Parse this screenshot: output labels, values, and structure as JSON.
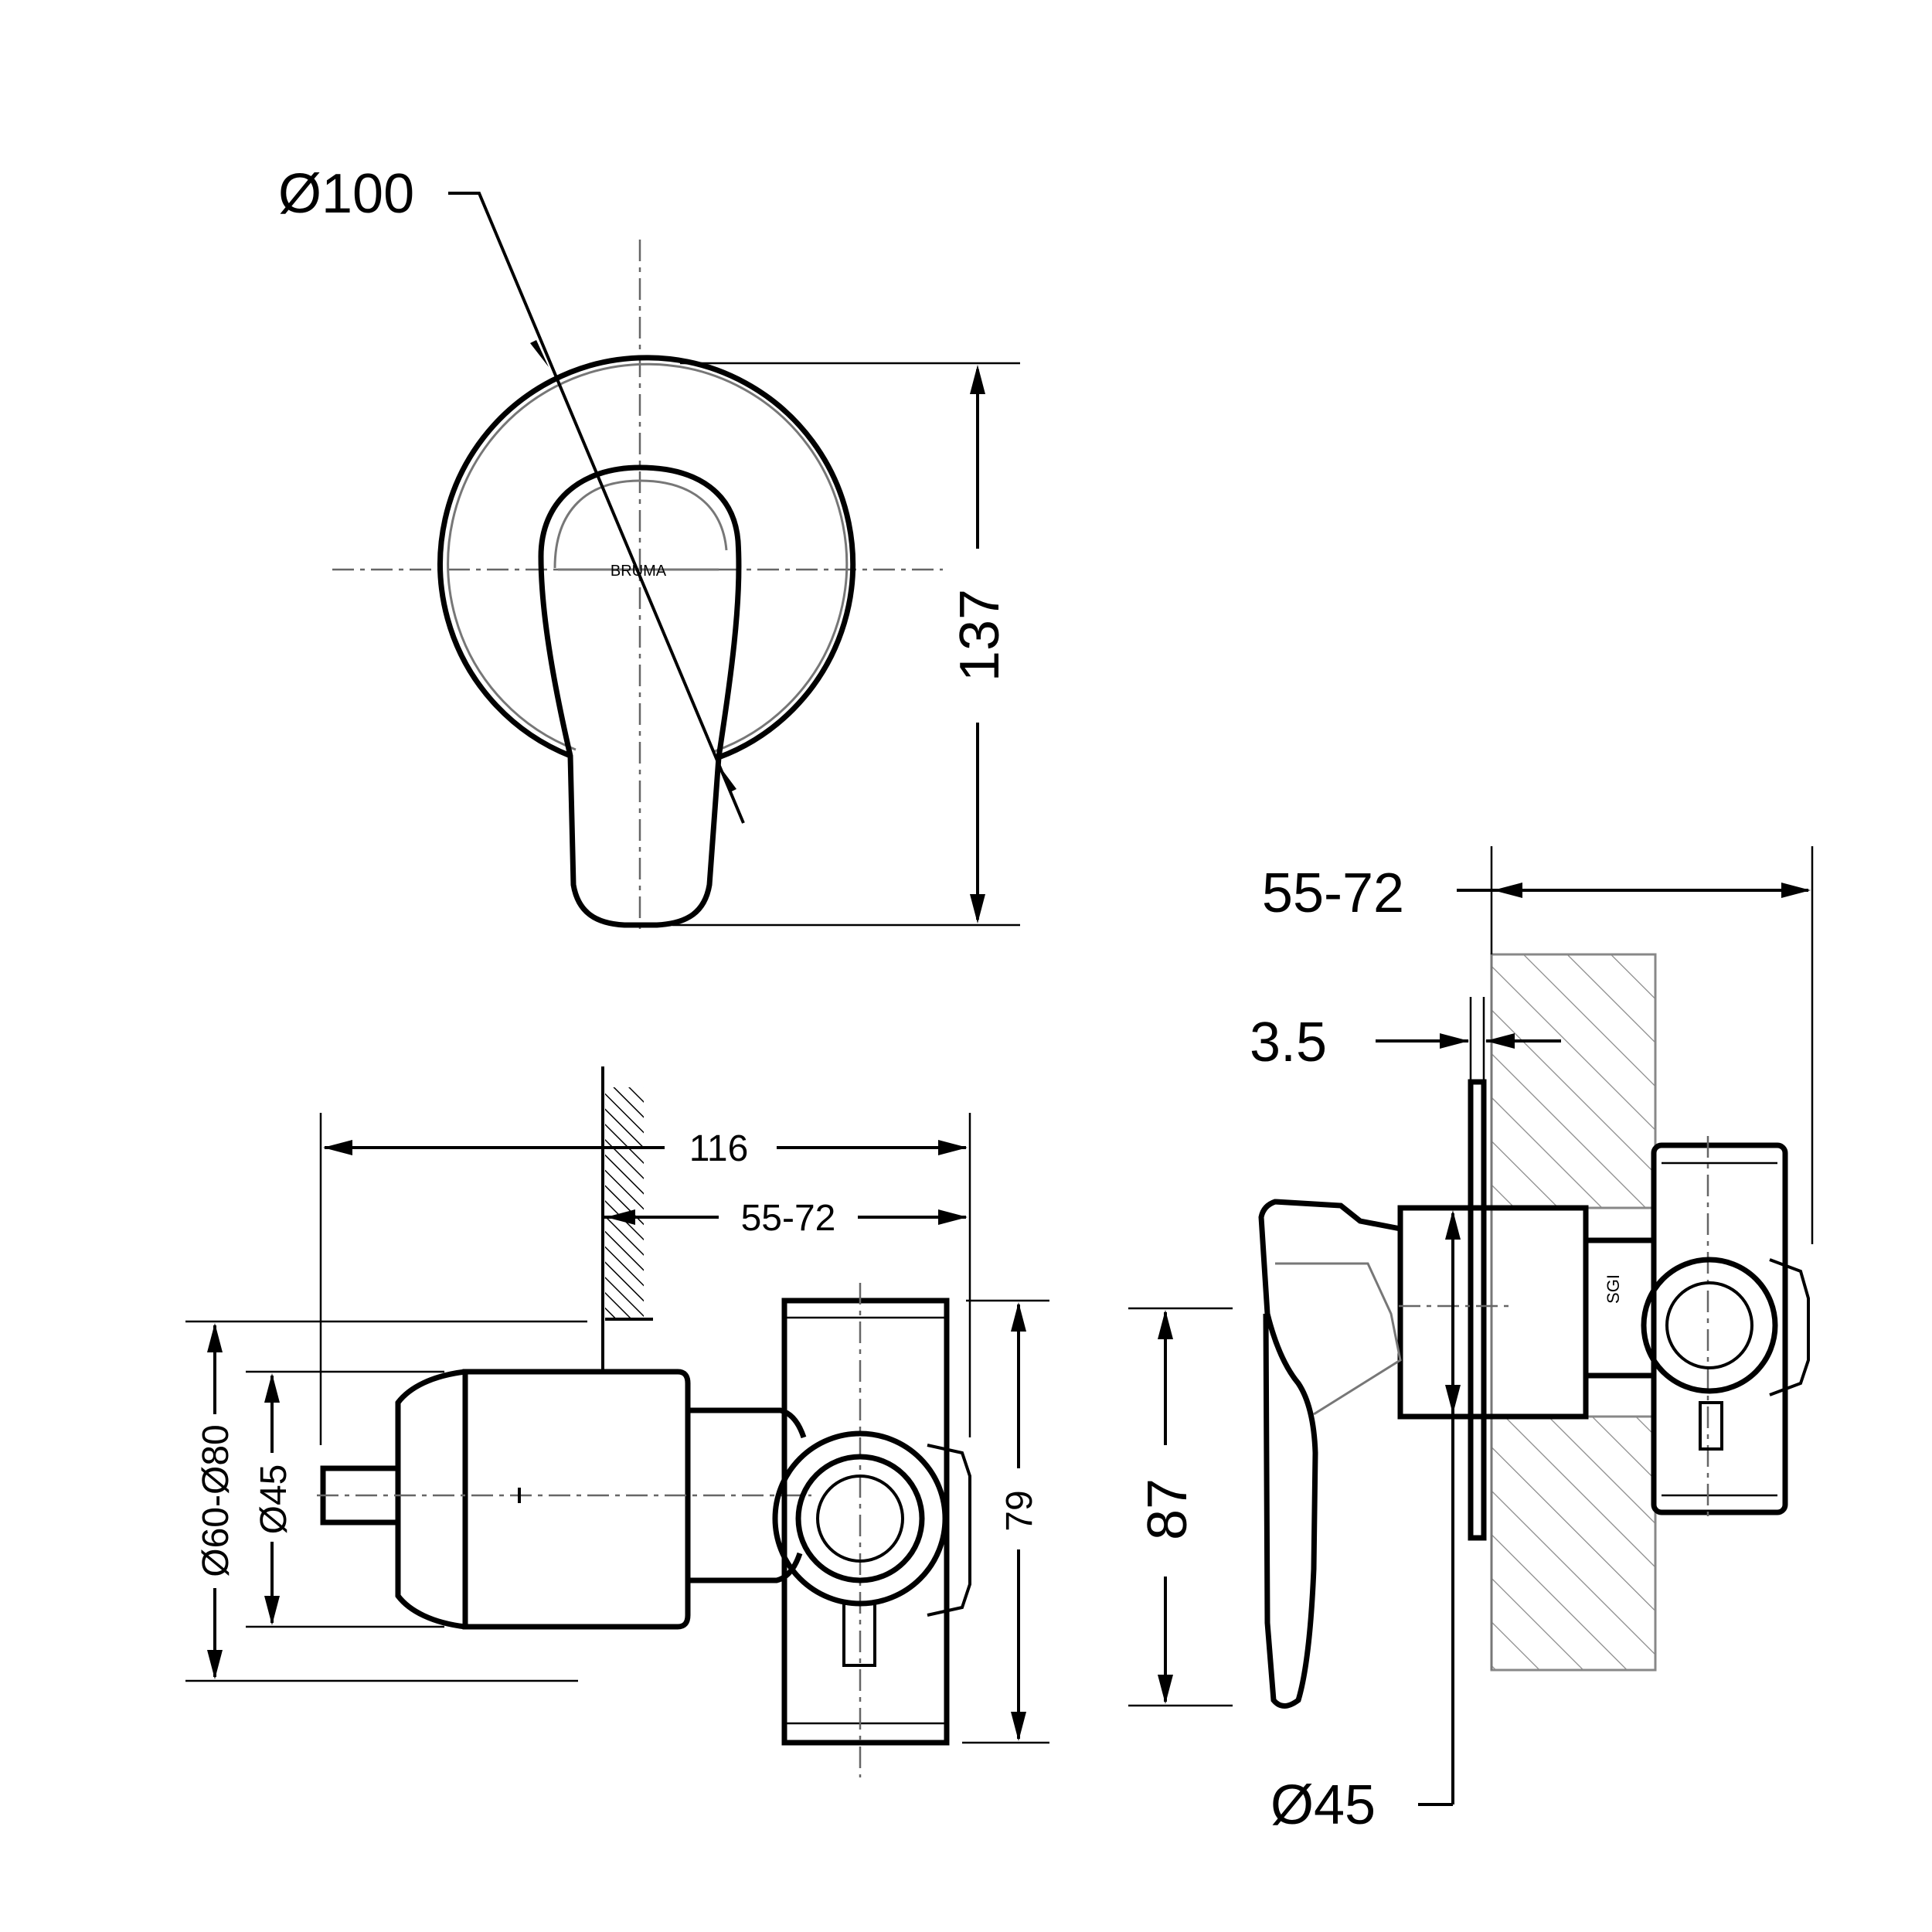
{
  "dimensions": {
    "front_diameter": "Ø100",
    "front_height": "137",
    "side_total_length": "116",
    "side_wall_range": "55-72",
    "side_flange_range": "Ø60-Ø80",
    "side_flange_inner": "Ø45",
    "side_body_height": "79",
    "section_wall_range": "55-72",
    "section_plate_thickness": "3.5",
    "section_handle_height": "87",
    "section_sleeve_diameter": "Ø45"
  },
  "markings": {
    "handle_brand": "BRUMA",
    "body_mark": "SGI"
  }
}
